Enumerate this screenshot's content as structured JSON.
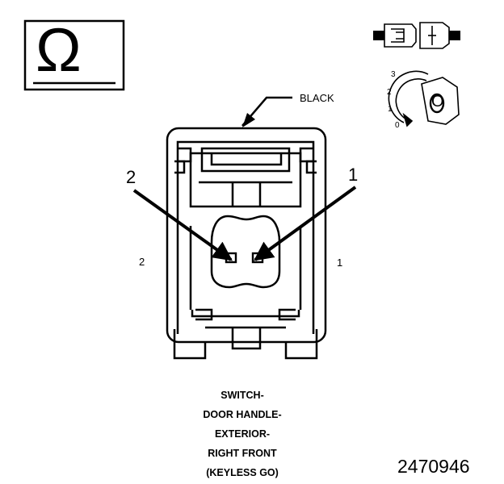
{
  "connector": {
    "color_label": "BLACK",
    "pins": [
      {
        "number": "2",
        "side_label": "2"
      },
      {
        "number": "1",
        "side_label": "1"
      }
    ]
  },
  "position_indicator": {
    "positions": [
      "3",
      "2",
      "1",
      "0"
    ],
    "key_letter": "O"
  },
  "symbol": {
    "name": "omega-icon",
    "glyph": "Ω"
  },
  "caption": {
    "lines": [
      "SWITCH-",
      "DOOR HANDLE-",
      "EXTERIOR-",
      "RIGHT FRONT",
      "(KEYLESS GO)"
    ]
  },
  "figure_id": "2470946",
  "colors": {
    "line": "#000000",
    "background": "#ffffff"
  }
}
